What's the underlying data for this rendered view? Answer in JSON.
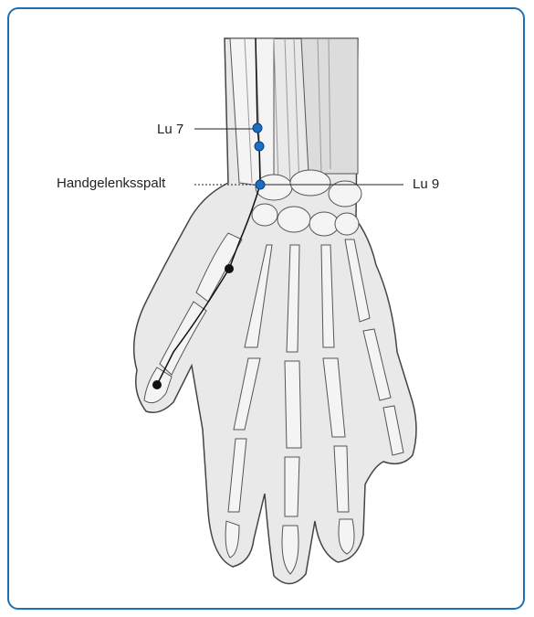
{
  "labels": {
    "lu7": "Lu 7",
    "lu9": "Lu 9",
    "wrist_joint": "Handgelenksspalt"
  },
  "colors": {
    "frame": "#1f6fb5",
    "point_blue": "#1a6ec4",
    "point_black": "#111111",
    "skin": "#e9e9e9",
    "bone": "#f4f4f4",
    "outline": "#444444"
  },
  "icons": {
    "acupoint_blue": "blue-dot-icon",
    "acupoint_black": "black-dot-icon"
  }
}
